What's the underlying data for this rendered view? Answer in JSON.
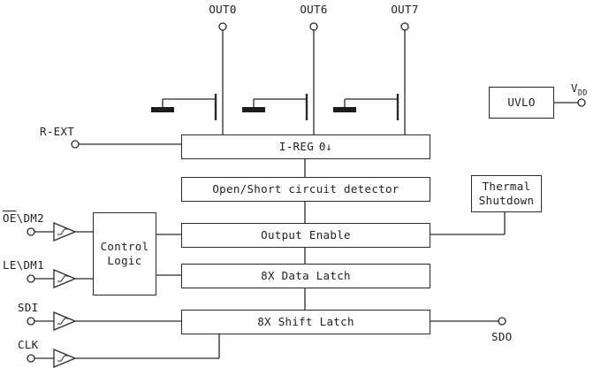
{
  "colors": {
    "line": "#2a2a2a",
    "background": "#ffffff",
    "text": "#1f1f1f"
  },
  "pins": {
    "out0": "OUT0",
    "out6": "OUT6",
    "out7": "OUT7",
    "rext": "R-EXT",
    "vdd_base": "V",
    "vdd_sub": "DD",
    "oe_over": "OE",
    "oe_rest": "\\DM2",
    "le_dm1": "LE\\DM1",
    "sdi": "SDI",
    "clk": "CLK",
    "sdo": "SDO"
  },
  "blocks": {
    "ireg": "I-REG",
    "ireg_symbol": "Θ↓",
    "open_short": "Open/Short circuit detector",
    "thermal_shutdown": "Thermal\nShutdown",
    "output_enable": "Output Enable",
    "control_logic": "Control\nLogic",
    "data_latch": "8X Data Latch",
    "shift_latch": "8X Shift Latch",
    "uvlo": "UVLO"
  }
}
